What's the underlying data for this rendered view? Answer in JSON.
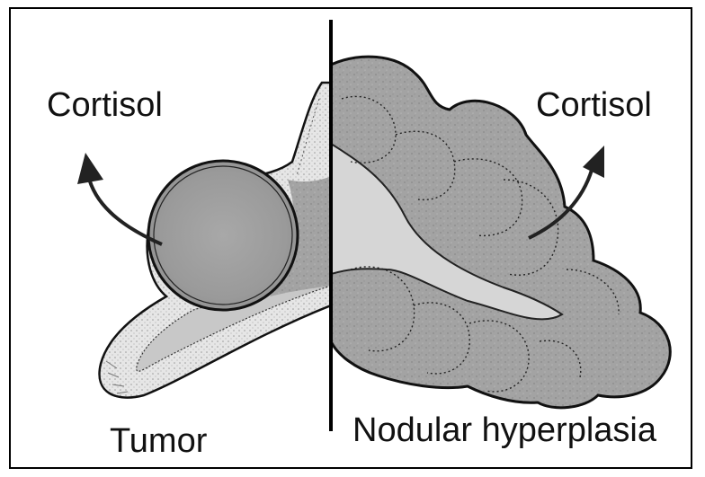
{
  "labels": {
    "cortisol_left": "Cortisol",
    "cortisol_right": "Cortisol",
    "tumor": "Tumor",
    "nodular": "Nodular hyperplasia"
  },
  "colors": {
    "tissue_fill": "#9c9c9c",
    "cortex_fill": "#e4e4e4",
    "outline": "#111111",
    "background": "#ffffff"
  }
}
